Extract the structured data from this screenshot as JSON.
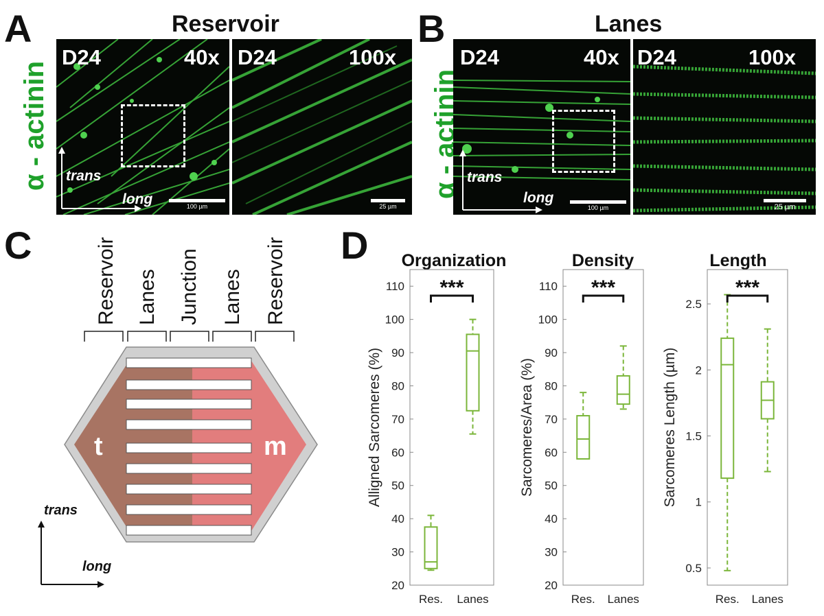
{
  "panels": {
    "A": {
      "letter": "A",
      "title": "Reservoir",
      "stain": "α - actinin",
      "left": {
        "day": "D24",
        "mag": "40x",
        "scale": "100 µm"
      },
      "right": {
        "day": "D24",
        "mag": "100x",
        "scale": "25 µm"
      },
      "axis_trans": "trans",
      "axis_long": "long"
    },
    "B": {
      "letter": "B",
      "title": "Lanes",
      "stain": "α - actinin",
      "left": {
        "day": "D24",
        "mag": "40x",
        "scale": "100 µm"
      },
      "right": {
        "day": "D24",
        "mag": "100x",
        "scale": "25 µm"
      },
      "axis_trans": "trans",
      "axis_long": "long"
    },
    "C": {
      "letter": "C",
      "segments": [
        "Reservoir",
        "Lanes",
        "Junction",
        "Lanes",
        "Reservoir"
      ],
      "left_label": "t",
      "right_label": "m",
      "axis_trans": "trans",
      "axis_long": "long",
      "colors": {
        "left_fill": "#a87463",
        "right_fill": "#e27d7d",
        "border": "#d0d0d0"
      }
    },
    "D": {
      "letter": "D"
    }
  },
  "chart_data": [
    {
      "type": "box",
      "title": "Organization",
      "ylabel": "Alligned Sarcomeres (%)",
      "categories": [
        "Res.",
        "Lanes"
      ],
      "ylim": [
        20,
        115
      ],
      "yticks": [
        "20",
        "30",
        "40",
        "50",
        "60",
        "70",
        "80",
        "90",
        "100",
        "110"
      ],
      "significance": "***",
      "color": "#7bb63a",
      "boxes": [
        {
          "min": 24.5,
          "q1": 25,
          "median": 27,
          "q3": 37.5,
          "max": 41
        },
        {
          "min": 65.5,
          "q1": 72.5,
          "median": 90.5,
          "q3": 95.5,
          "max": 100
        }
      ]
    },
    {
      "type": "box",
      "title": "Density",
      "ylabel": "Sarcomeres/Area (%)",
      "categories": [
        "Res.",
        "Lanes"
      ],
      "ylim": [
        20,
        115
      ],
      "yticks": [
        "20",
        "30",
        "40",
        "50",
        "60",
        "70",
        "80",
        "90",
        "100",
        "110"
      ],
      "significance": "***",
      "color": "#7bb63a",
      "boxes": [
        {
          "min": 58,
          "q1": 58,
          "median": 64,
          "q3": 71,
          "max": 78
        },
        {
          "min": 73,
          "q1": 74.5,
          "median": 77.5,
          "q3": 83,
          "max": 92
        }
      ]
    },
    {
      "type": "box",
      "title": "Length",
      "ylabel": "Sarcomeres Length (µm)",
      "categories": [
        "Res.",
        "Lanes"
      ],
      "ylim": [
        0.37,
        2.76
      ],
      "yticks": [
        "0.5",
        "1",
        "1.5",
        "2",
        "2.5"
      ],
      "significance": "***",
      "color": "#7bb63a",
      "boxes": [
        {
          "min": 0.48,
          "q1": 1.18,
          "median": 2.04,
          "q3": 2.24,
          "max": 2.57
        },
        {
          "min": 1.23,
          "q1": 1.63,
          "median": 1.77,
          "q3": 1.91,
          "max": 2.31
        }
      ]
    }
  ]
}
